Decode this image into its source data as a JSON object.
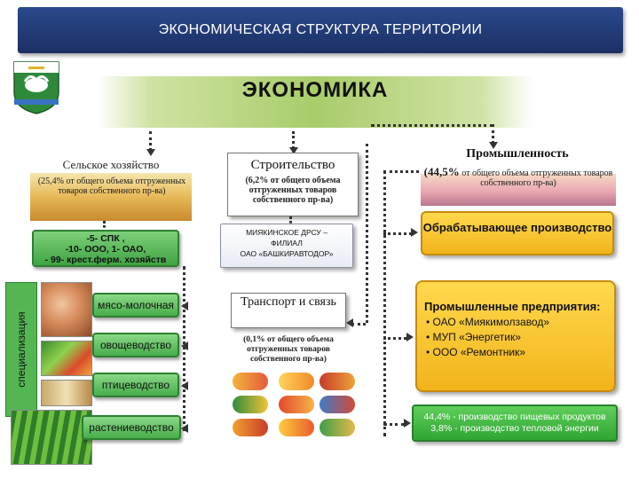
{
  "header": {
    "title": "ЭКОНОМИЧЕСКАЯ СТРУКТУРА ТЕРРИТОРИИ"
  },
  "economy": {
    "title": "ЭКОНОМИКА"
  },
  "agriculture": {
    "title": "Сельское хозяйство",
    "share": "(25,4% от общего объема отгруженных товаров собственного пр-ва)",
    "orgs": [
      "-5- СПК ,",
      "-10- ООО, 1- ОАО,",
      "- 99- крест.ферм. хозяйств"
    ],
    "specialization_label": "специализация",
    "specializations": [
      "мясо-молочная",
      "овощеводство",
      "птицеводство",
      "растениеводство"
    ]
  },
  "construction": {
    "title": "Строительство",
    "share": "(6,2% от общего объема отгруженных товаров собственного пр-ва)",
    "org": [
      "МИЯКИНСКОЕ ДРСУ –",
      "ФИЛИАЛ",
      "ОАО «БАШКИРАВТОДОР»"
    ]
  },
  "transport": {
    "title": "Транспорт и связь",
    "share": "(0,1% от общего объема отгруженных товаров собственного пр-ва)"
  },
  "industry": {
    "title": "Промышленность",
    "share_big": "(44,5%",
    "share_rest": "от общего объема отгруженных товаров собственного пр-ва)",
    "processing": "Обрабатывающее производство",
    "enterprises_title": "Промышленные предприятия:",
    "enterprises": [
      "ОАО «Миякимолзавод»",
      "МУП «Энергетик»",
      "ООО «Ремонтник»"
    ],
    "shares": [
      "44,4% - производство пищевых продуктов",
      "3,8% - производство тепловой энергии"
    ]
  },
  "colors": {
    "banner": "#1b2f63",
    "green": "#3fa443",
    "yellow": "#f2b41b",
    "wheat": "#e7b957"
  },
  "icons": [
    "coat-of-arms-icon",
    "transport-icon",
    "phone-icon",
    "satellite-icon",
    "chicken-icon"
  ]
}
